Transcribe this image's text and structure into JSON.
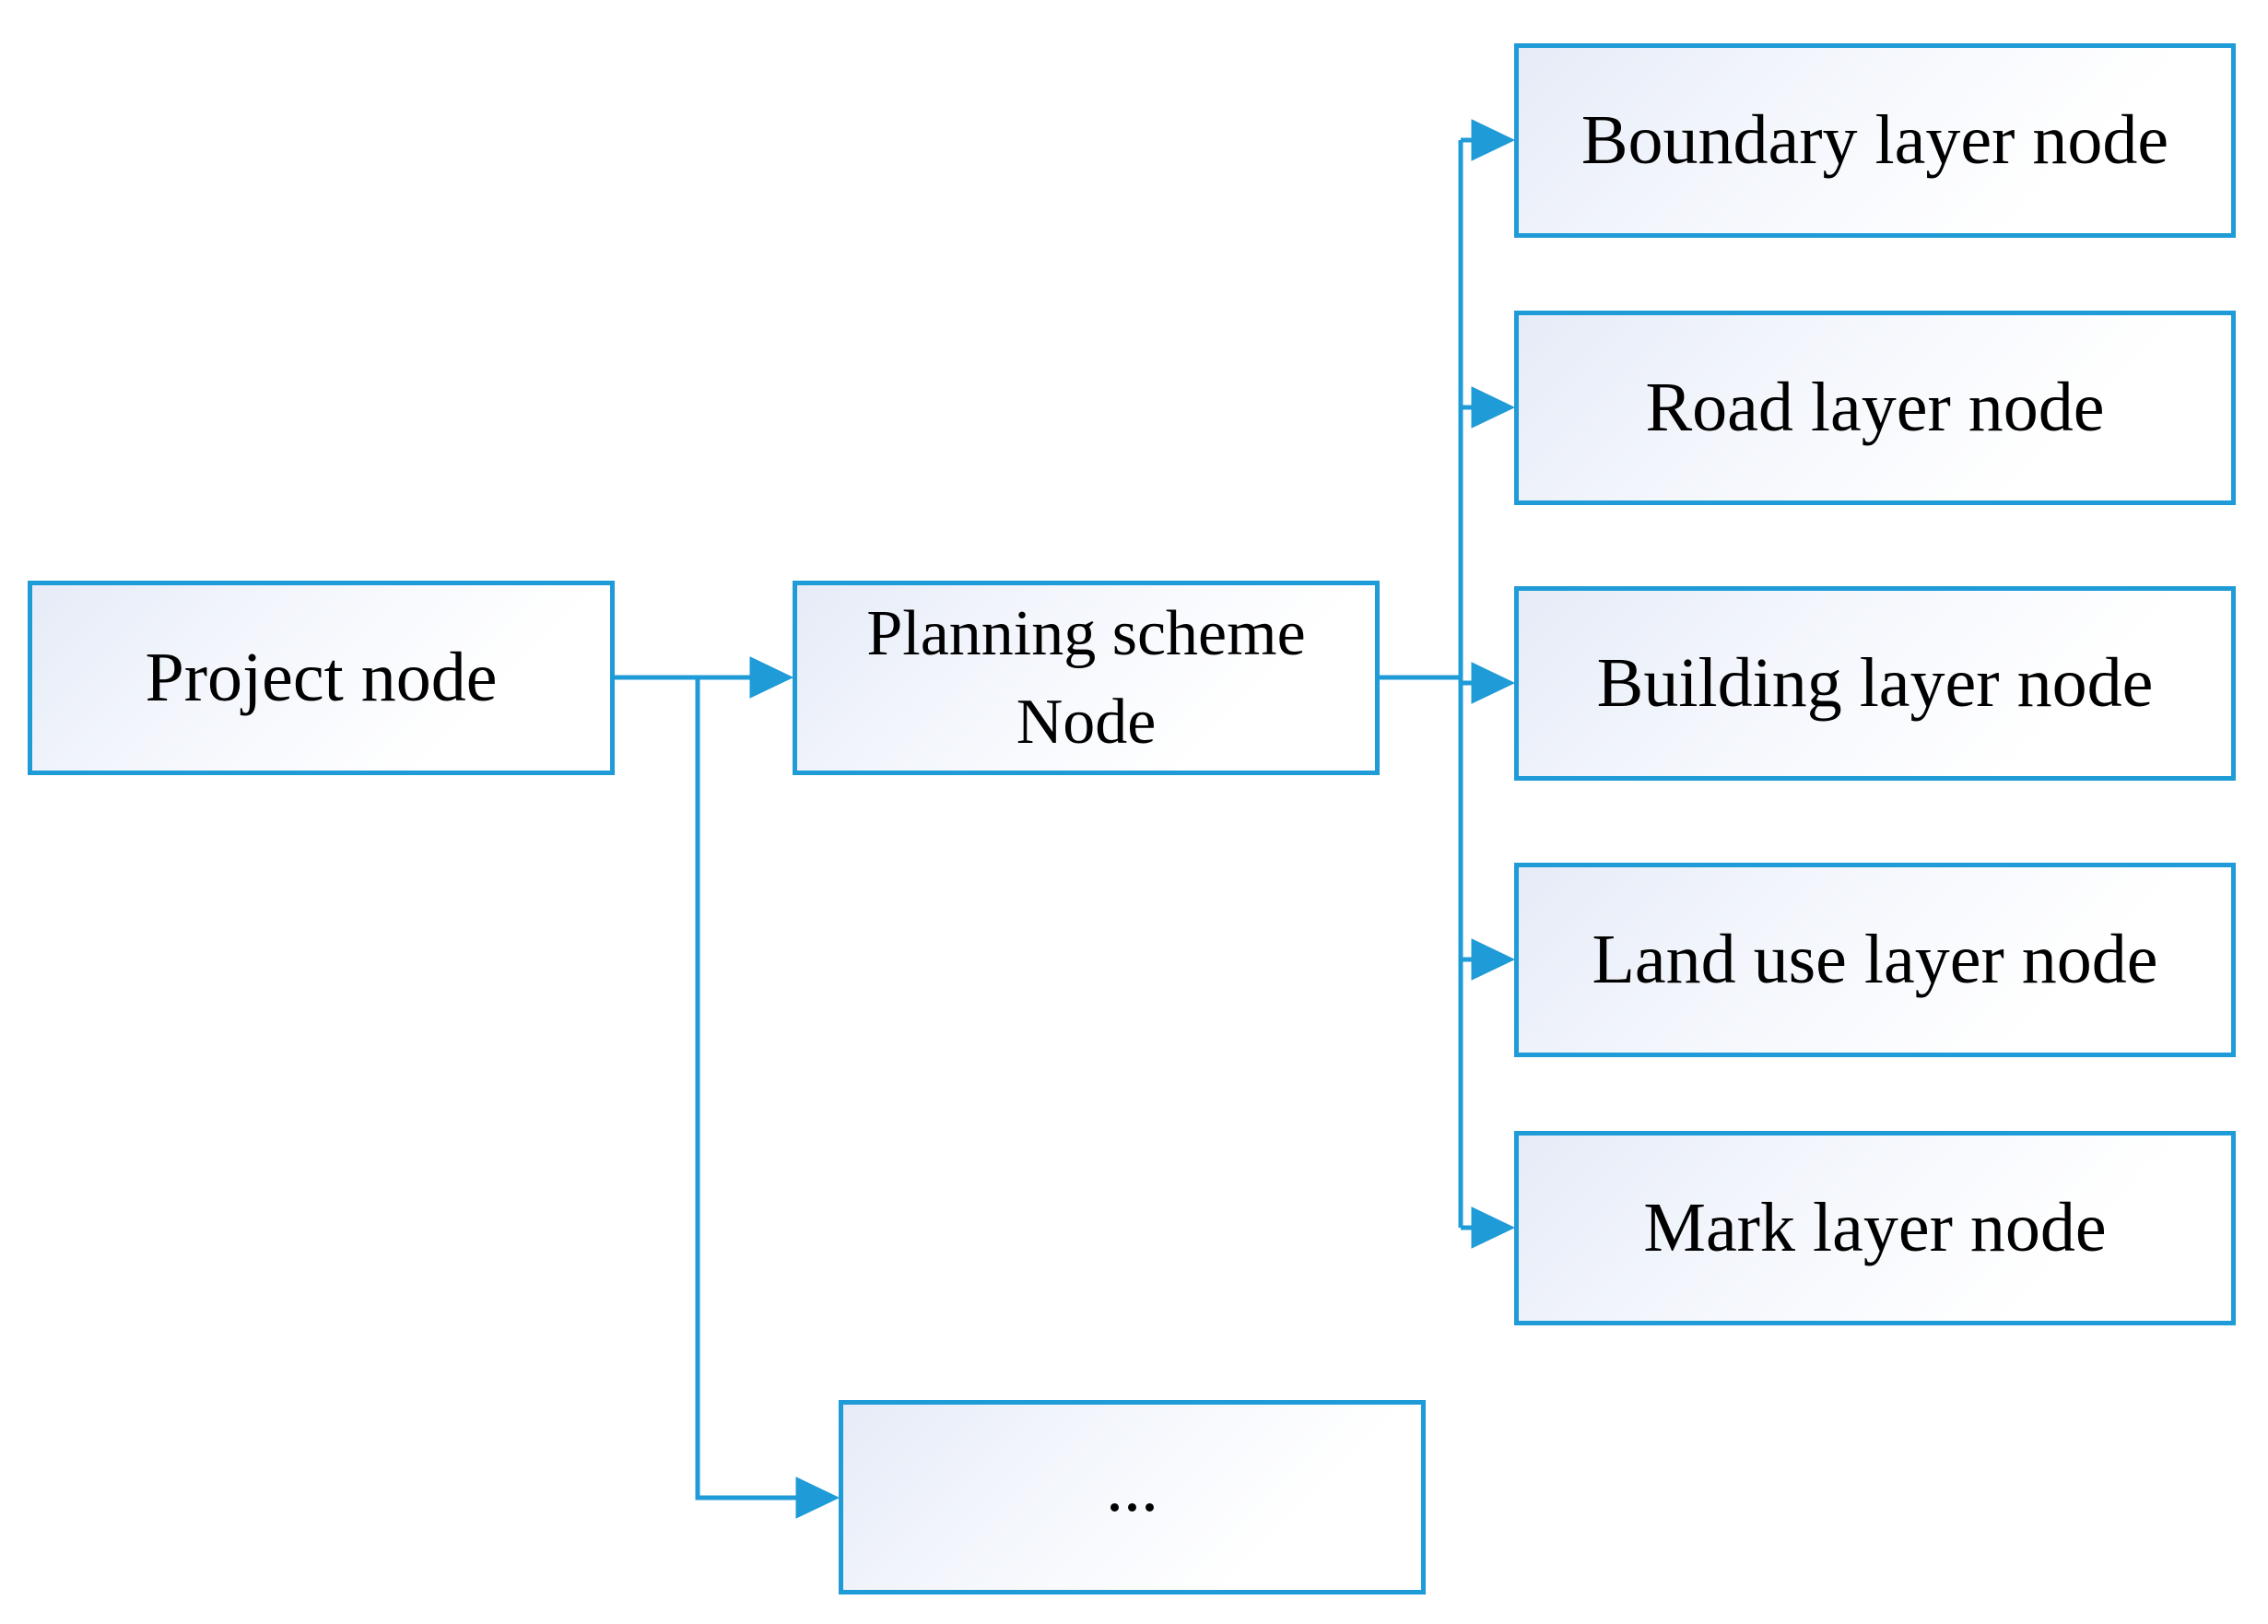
{
  "diagram": {
    "colors": {
      "accent": "#1f9bd7",
      "box_gradient_start": "#e6ebf7",
      "box_gradient_end": "#ffffff",
      "text": "#000000"
    },
    "nodes": {
      "project": "Project node",
      "planning_line1": "Planning scheme",
      "planning_line2": "Node",
      "ellipsis": "...",
      "boundary": "Boundary layer node",
      "road": "Road layer node",
      "building": "Building layer node",
      "land_use": "Land use layer node",
      "mark": "Mark layer node"
    },
    "edges": [
      {
        "from": "project",
        "to": "planning"
      },
      {
        "from": "project",
        "to": "ellipsis"
      },
      {
        "from": "planning",
        "to": "boundary"
      },
      {
        "from": "planning",
        "to": "road"
      },
      {
        "from": "planning",
        "to": "building"
      },
      {
        "from": "planning",
        "to": "land_use"
      },
      {
        "from": "planning",
        "to": "mark"
      }
    ]
  }
}
